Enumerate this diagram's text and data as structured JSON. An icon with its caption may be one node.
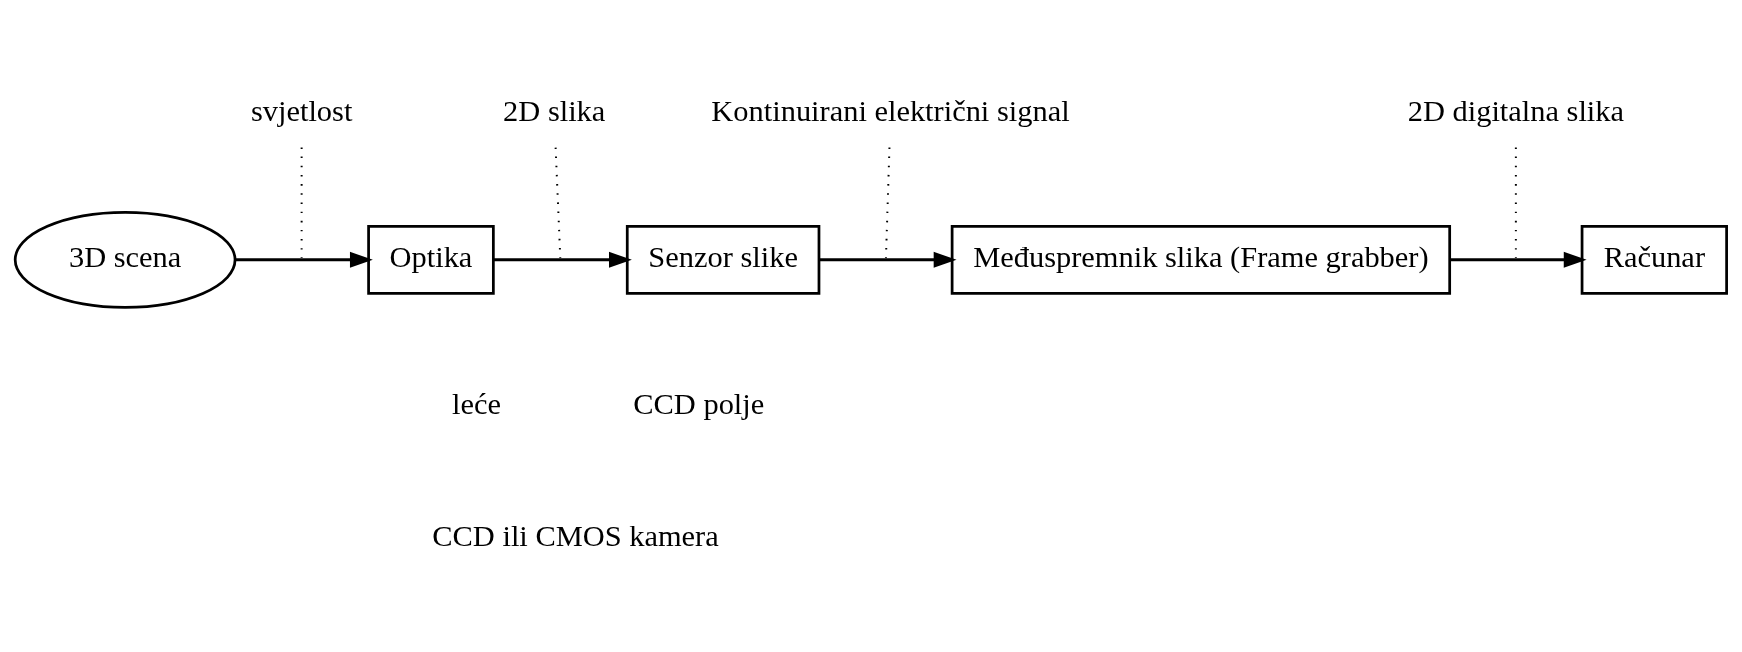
{
  "diagram": {
    "nodes": [
      {
        "text": [
          "3D scena"
        ]
      },
      {
        "text": [
          "Optika"
        ]
      },
      {
        "text": [
          "Senzor slike"
        ]
      },
      {
        "text": [
          "Međuspremnik slika (Frame grabber)"
        ]
      },
      {
        "text": [
          "Računar"
        ]
      },
      {
        "text": [
          "svjetlost"
        ]
      },
      {
        "text": [
          "2D slika"
        ]
      },
      {
        "text": [
          "Kontinuirani električni signal"
        ]
      },
      {
        "text": [
          "2D digitalna slika"
        ]
      }
    ],
    "edges": [
      {
        "from": 0,
        "to": 1,
        "arrow": "to"
      },
      {
        "from": 1,
        "to": 2,
        "arrow": "to"
      },
      {
        "from": 2,
        "to": 3,
        "arrow": "to"
      },
      {
        "from": 3,
        "to": 4,
        "arrow": "to"
      },
      {
        "from": 5,
        "to": null,
        "arrow": "none",
        "style": "dashed"
      },
      {
        "from": 6,
        "to": null,
        "arrow": "none",
        "style": "dashed"
      },
      {
        "from": 7,
        "to": null,
        "arrow": "none",
        "style": "dashed"
      },
      {
        "from": 8,
        "to": null,
        "arrow": "none",
        "style": "dashed"
      }
    ],
    "labels": [
      "leće",
      "CCD polje",
      "CCD ili CMOS kamera"
    ]
  }
}
